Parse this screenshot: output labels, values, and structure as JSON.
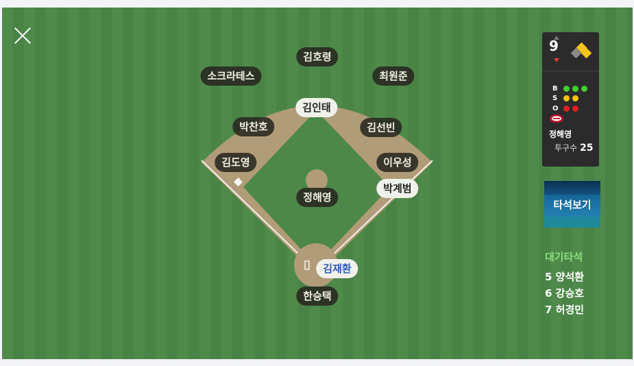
{
  "fielders": [
    {
      "role": "center-field",
      "name": "김호령"
    },
    {
      "role": "left-field",
      "name": "소크라테스"
    },
    {
      "role": "right-field",
      "name": "최원준"
    },
    {
      "role": "second-base",
      "name": "김인태"
    },
    {
      "role": "shortstop",
      "name": "박찬호"
    },
    {
      "role": "second-base-side",
      "name": "김선빈"
    },
    {
      "role": "third-base",
      "name": "김도영"
    },
    {
      "role": "first-base",
      "name": "이우성"
    },
    {
      "role": "pitcher",
      "name": "정해영"
    },
    {
      "role": "catcher",
      "name": "한승택"
    }
  ],
  "runner": {
    "name": "박계범"
  },
  "batter": {
    "name": "김재환"
  },
  "scoreboard": {
    "inning": "9",
    "half": "bottom",
    "count_labels": {
      "b": "B",
      "s": "S",
      "o": "O"
    },
    "balls": 3,
    "strikes": 2,
    "outs": 2,
    "colors": {
      "ball": "#3fcf2f",
      "strike": "#ffc400",
      "out": "#e02020",
      "base_on": "#f5c518",
      "base_off": "#8a8a8a"
    },
    "team_logo_icon": "tigers-logo-icon",
    "pitcher_name": "정해영",
    "pitch_label": "투구수",
    "pitch_count": "25"
  },
  "bat_view_button": {
    "label": "타석보기"
  },
  "waiting": {
    "title": "대기타석",
    "batters": [
      "5 양석환",
      "6 강승호",
      "7 허경민"
    ]
  }
}
